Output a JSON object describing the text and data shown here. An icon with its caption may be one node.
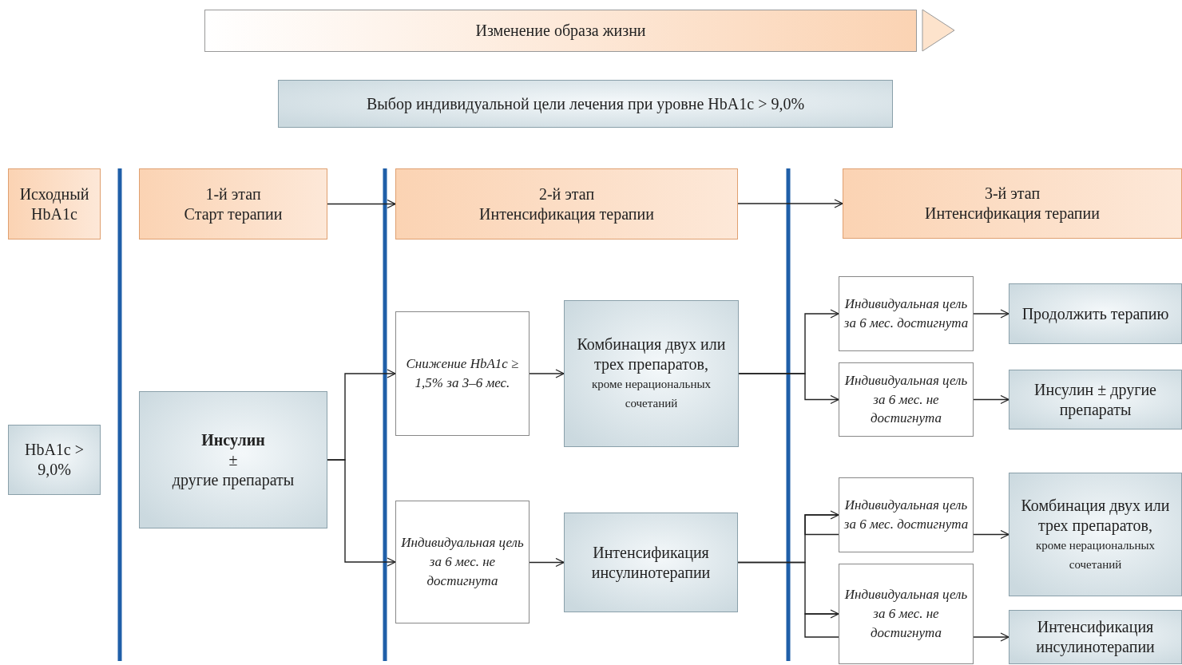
{
  "diagram": {
    "nodes": [
      {
        "text": [
          "Изменение образа жизни"
        ]
      },
      {
        "text": [
          "Выбор индивидуальной цели лечения при уровне HbA1c > 9,0%"
        ]
      },
      {
        "text": [
          "Исходный HbA1c"
        ]
      },
      {
        "text": [
          "1-й этап",
          "Старт терапии"
        ]
      },
      {
        "text": [
          "2-й этап",
          "Интенсификация терапии"
        ]
      },
      {
        "text": [
          "3-й этап",
          "Интенсификация терапии"
        ]
      },
      {
        "text": [
          "HbA1c > 9,0%"
        ]
      },
      {
        "text": [
          "Инсулин",
          "±",
          "другие препараты"
        ]
      },
      {
        "text": [
          "Снижение HbA1c ≥ 1,5% за 3–6 мес."
        ]
      },
      {
        "text": [
          "Комбинация двух или трех препаратов,",
          "кроме нерациональных сочетаний"
        ]
      },
      {
        "text": [
          "Индивидуальная цель за 6 мес. не достигнута"
        ]
      },
      {
        "text": [
          "Интенсификация инсулинотерапии"
        ]
      },
      {
        "text": [
          "Индивидуальная цель за 6 мес. достигнута"
        ]
      },
      {
        "text": [
          "Продолжить терапию"
        ]
      },
      {
        "text": [
          "Индивидуальная цель за 6 мес. не достигнута"
        ]
      },
      {
        "text": [
          "Инсулин ± другие препараты"
        ]
      },
      {
        "text": [
          "Индивидуальная цель за 6 мес. достигнута"
        ]
      },
      {
        "text": [
          "Комбинация двух или трех препаратов,",
          "кроме нерациональных сочетаний"
        ]
      },
      {
        "text": [
          "Индивидуальная цель за 6 мес. не достигнута"
        ]
      },
      {
        "text": [
          "Интенсификация инсулинотерапии"
        ]
      }
    ],
    "edges": [
      {
        "from": 3,
        "to": 4,
        "arrow": "to"
      },
      {
        "from": 4,
        "to": 5,
        "arrow": "to"
      },
      {
        "from": 7,
        "to": 8,
        "arrow": "to"
      },
      {
        "from": 7,
        "to": 10,
        "arrow": "to"
      },
      {
        "from": 8,
        "to": 9,
        "arrow": "to"
      },
      {
        "from": 10,
        "to": 11,
        "arrow": "to"
      },
      {
        "from": 9,
        "to": 12,
        "arrow": "to"
      },
      {
        "from": 9,
        "to": 14,
        "arrow": "to"
      },
      {
        "from": 11,
        "to": 16,
        "arrow": "to"
      },
      {
        "from": 11,
        "to": 18,
        "arrow": "to"
      },
      {
        "from": 12,
        "to": 13,
        "arrow": "to"
      },
      {
        "from": 14,
        "to": 15,
        "arrow": "to"
      },
      {
        "from": 16,
        "to": 17,
        "arrow": "to"
      },
      {
        "from": 18,
        "to": 19,
        "arrow": "to"
      }
    ]
  }
}
